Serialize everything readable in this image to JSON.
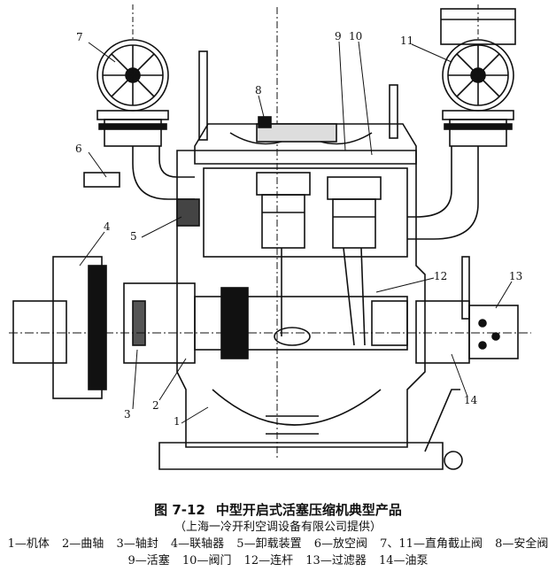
{
  "figure": {
    "callouts": [
      "1",
      "2",
      "3",
      "4",
      "5",
      "6",
      "7",
      "8",
      "9",
      "10",
      "11",
      "12",
      "13",
      "14"
    ]
  },
  "caption": {
    "number": "图 7-12",
    "title": "中型开启式活塞压缩机典型产品",
    "subtitle": "（上海一冷开利空调设备有限公司提供）",
    "legend": [
      "1—机体",
      "2—曲轴",
      "3—轴封",
      "4—联轴器",
      "5—卸载装置",
      "6—放空阀",
      "7、11—直角截止阀",
      "8—安全阀",
      "9—活塞",
      "10—阀门",
      "12—连杆",
      "13—过滤器",
      "14—油泵"
    ]
  }
}
